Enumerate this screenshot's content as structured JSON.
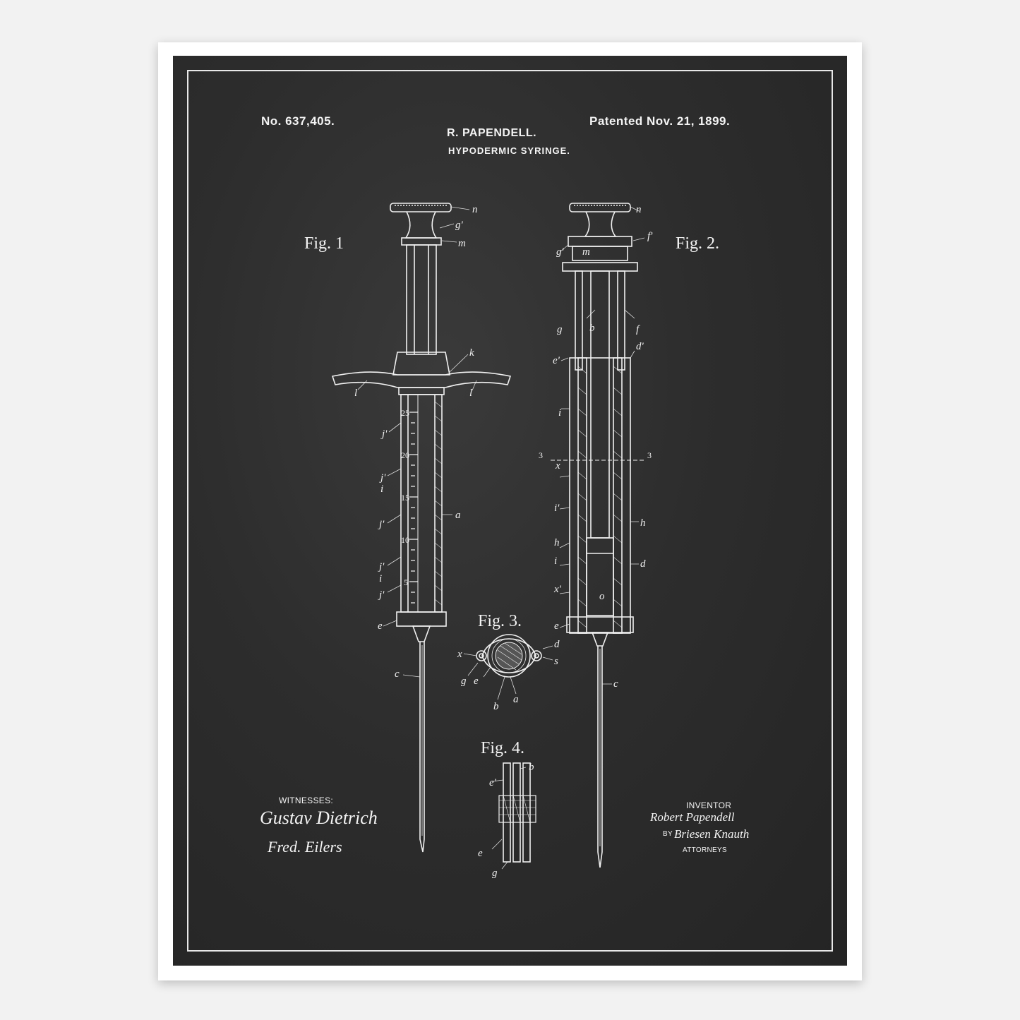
{
  "header": {
    "patent_number": "No. 637,405.",
    "patent_date": "Patented Nov. 21, 1899.",
    "inventor": "R. PAPENDELL.",
    "title": "HYPODERMIC SYRINGE."
  },
  "figures": {
    "fig1": "Fig. 1",
    "fig2": "Fig. 2.",
    "fig3": "Fig. 3.",
    "fig4": "Fig. 4."
  },
  "footer": {
    "witnesses_label": "WITNESSES:",
    "inventor_label": "INVENTOR",
    "by_label": "BY",
    "attorneys_label": "ATTORNEYS",
    "witness_signature_1": "Gustav Dietrich",
    "witness_signature_2": "Fred. Eilers",
    "inventor_signature": "Robert Papendell",
    "attorney_signature": "Briesen Knauth"
  },
  "scale_marks": [
    "25",
    "20",
    "15",
    "10",
    "5"
  ],
  "section_marks": [
    "3",
    "3"
  ],
  "part_letters": {
    "fig1": [
      "n",
      "g'",
      "m",
      "k",
      "l",
      "l",
      "j'",
      "j'",
      "i",
      "j'",
      "a",
      "j'",
      "i",
      "j'",
      "e",
      "c"
    ],
    "fig2": [
      "n",
      "f'",
      "g'",
      "m",
      "g",
      "b",
      "f",
      "d'",
      "e'",
      "i",
      "x",
      "i'",
      "h",
      "h",
      "i",
      "d",
      "x'",
      "o",
      "e",
      "c"
    ],
    "fig3": [
      "x",
      "d",
      "s",
      "g",
      "e",
      "b",
      "a"
    ],
    "fig4": [
      "e'",
      "b",
      "e",
      "g"
    ]
  },
  "colors": {
    "board": "#2d2d2d",
    "ink": "#f4f4f4",
    "mat": "#ffffff",
    "wall": "#f2f2f2"
  }
}
